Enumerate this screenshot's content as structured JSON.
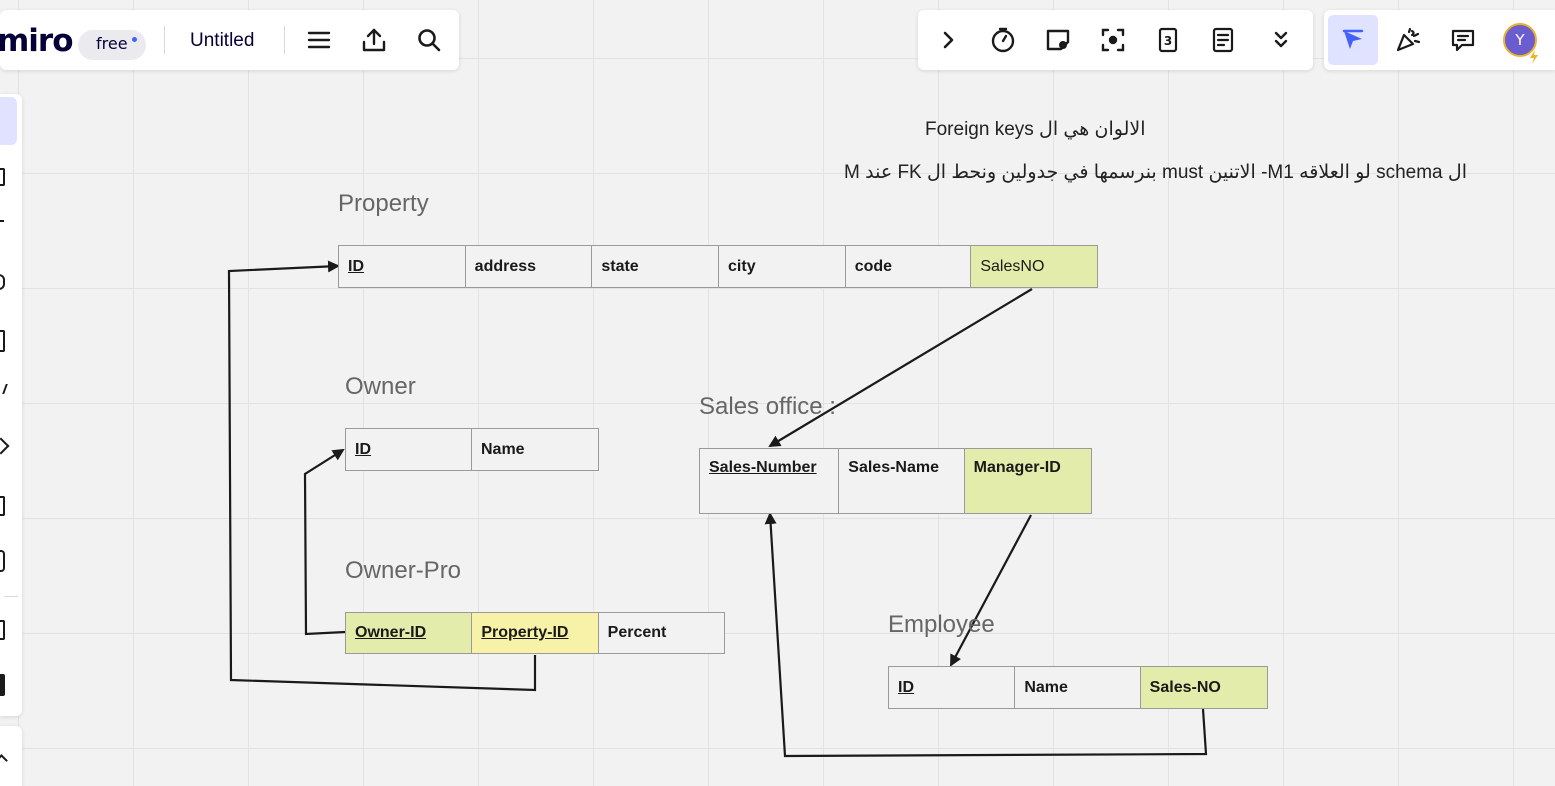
{
  "app": {
    "logo_text": "miro",
    "plan_badge": "free",
    "board_title": "Untitled",
    "accent_color": "#4262ff",
    "fk_color": "#e3ecaa",
    "fk_alt_color": "#f8f2a8"
  },
  "top_left_toolbar": {
    "icons": [
      "menu-icon",
      "share-export-icon",
      "search-icon"
    ]
  },
  "top_right_toolbar": {
    "icons": [
      "chevron-right-icon",
      "timer-icon",
      "card-icon",
      "focus-frame-icon",
      "numbered-frames-icon",
      "notes-icon",
      "chevron-double-down-icon"
    ]
  },
  "collab_toolbar": {
    "icons": [
      "cursor-select-icon",
      "celebrate-icon",
      "comment-icon"
    ],
    "avatar_initial": "Y"
  },
  "annotations": {
    "line1": "الالوان هي ال Foreign keys",
    "line2": "ال schema لو العلاقه M1- الاتنين must بنرسمها في جدولين ونحط ال FK عند M"
  },
  "tables": {
    "property": {
      "title": "Property",
      "columns": [
        "ID",
        "address",
        "state",
        "city",
        "code",
        "SalesNO"
      ]
    },
    "owner": {
      "title": "Owner",
      "columns": [
        "ID",
        "Name"
      ]
    },
    "owner_pro": {
      "title": "Owner-Pro",
      "columns": [
        "Owner-ID",
        "Property-ID",
        "Percent"
      ]
    },
    "sales_office": {
      "title": "Sales office :",
      "columns": [
        "Sales-Number",
        "Sales-Name",
        "Manager-ID"
      ]
    },
    "employee": {
      "title": "Employee",
      "columns": [
        "ID",
        "Name",
        "Sales-NO"
      ]
    }
  }
}
